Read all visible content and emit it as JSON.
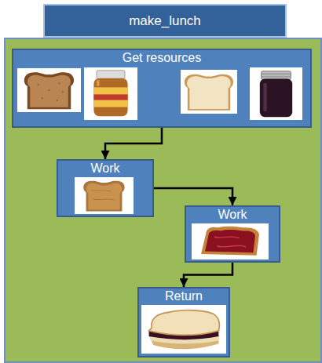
{
  "diagram": {
    "nodes": [
      {
        "text": [
          "make_lunch"
        ]
      },
      {
        "text": [
          "Get resources"
        ],
        "in": 0
      },
      {
        "text": [
          "Work"
        ],
        "in": 0
      },
      {
        "text": [
          "Work"
        ],
        "in": 0
      },
      {
        "text": [
          "Return"
        ],
        "in": 0
      }
    ],
    "edges": [
      {
        "from": 1,
        "to": 2,
        "arrow": "to"
      },
      {
        "from": 2,
        "to": 3,
        "arrow": "to"
      },
      {
        "from": 3,
        "to": 4,
        "arrow": "to"
      }
    ]
  }
}
